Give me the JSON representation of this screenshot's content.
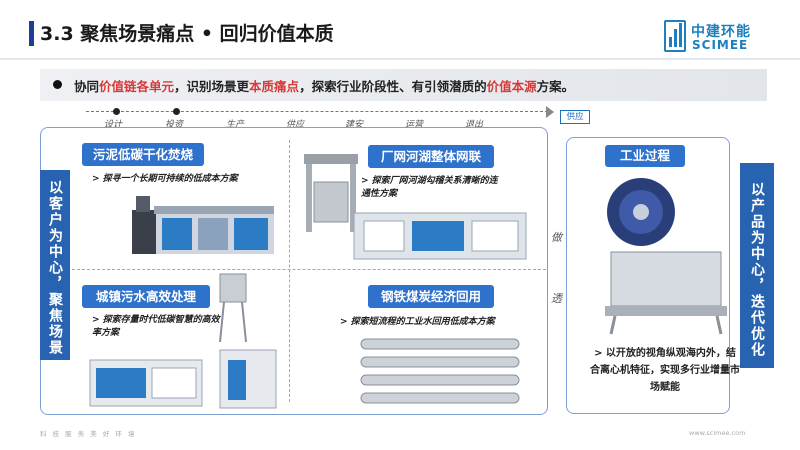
{
  "header": {
    "title": "3.3 聚焦场景痛点 • 回归价值本质",
    "logo_cn": "中建环能",
    "logo_en": "SCIMEE"
  },
  "intro": {
    "p1": "协同",
    "h1": "价值链各单元",
    "p2": "，识别场景更",
    "h2": "本质痛点",
    "p3": "，探索行业阶段性、有引领潜质的",
    "h3": "价值本源",
    "p4": "方案。"
  },
  "timeline": {
    "stages": [
      "设计",
      "投资",
      "生产",
      "供应",
      "建安",
      "运营",
      "退出"
    ],
    "supply_tag": "供应"
  },
  "side": {
    "left": "以客户为中心，聚焦场景",
    "right": "以产品为中心，迭代优化"
  },
  "vertical_text": [
    "做",
    "透"
  ],
  "quadrants": [
    {
      "title": "污泥低碳干化焚烧",
      "desc": "> 探寻一个长期可持续的低成本方案"
    },
    {
      "title": "厂网河湖整体网联",
      "desc": "> 探索厂网河湖勾稽关系清晰的连通性方案"
    },
    {
      "title": "城镇污水高效处理",
      "desc": "> 探索存量时代低碳智慧的高效率方案"
    },
    {
      "title": "钢铁煤炭经济回用",
      "desc": "> 探索短流程的工业水回用低成本方案"
    }
  ],
  "industrial": {
    "title": "工业过程",
    "desc": "> 以开放的视角纵观海内外，结合离心机特征，实现多行业增量市场赋能"
  },
  "footer": {
    "left": "科 技 服 务 美 好 环 境",
    "right": "www.scimee.com"
  },
  "colors": {
    "primary": "#2f72cc",
    "accent": "#d83a3a",
    "border": "#7da0d4"
  }
}
